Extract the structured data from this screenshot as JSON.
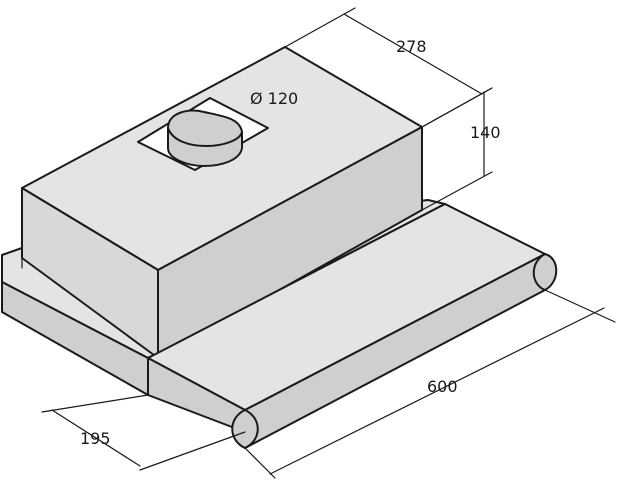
{
  "dimensions": {
    "depth": "278",
    "height": "140",
    "duct_diameter": "Ø 120",
    "width": "600",
    "hood_depth": "195"
  },
  "colors": {
    "stroke": "#1a1a1a",
    "fill_light": "#e4e4e4",
    "fill_mid": "#d8d8d8",
    "fill_dark": "#cfcfcf"
  }
}
